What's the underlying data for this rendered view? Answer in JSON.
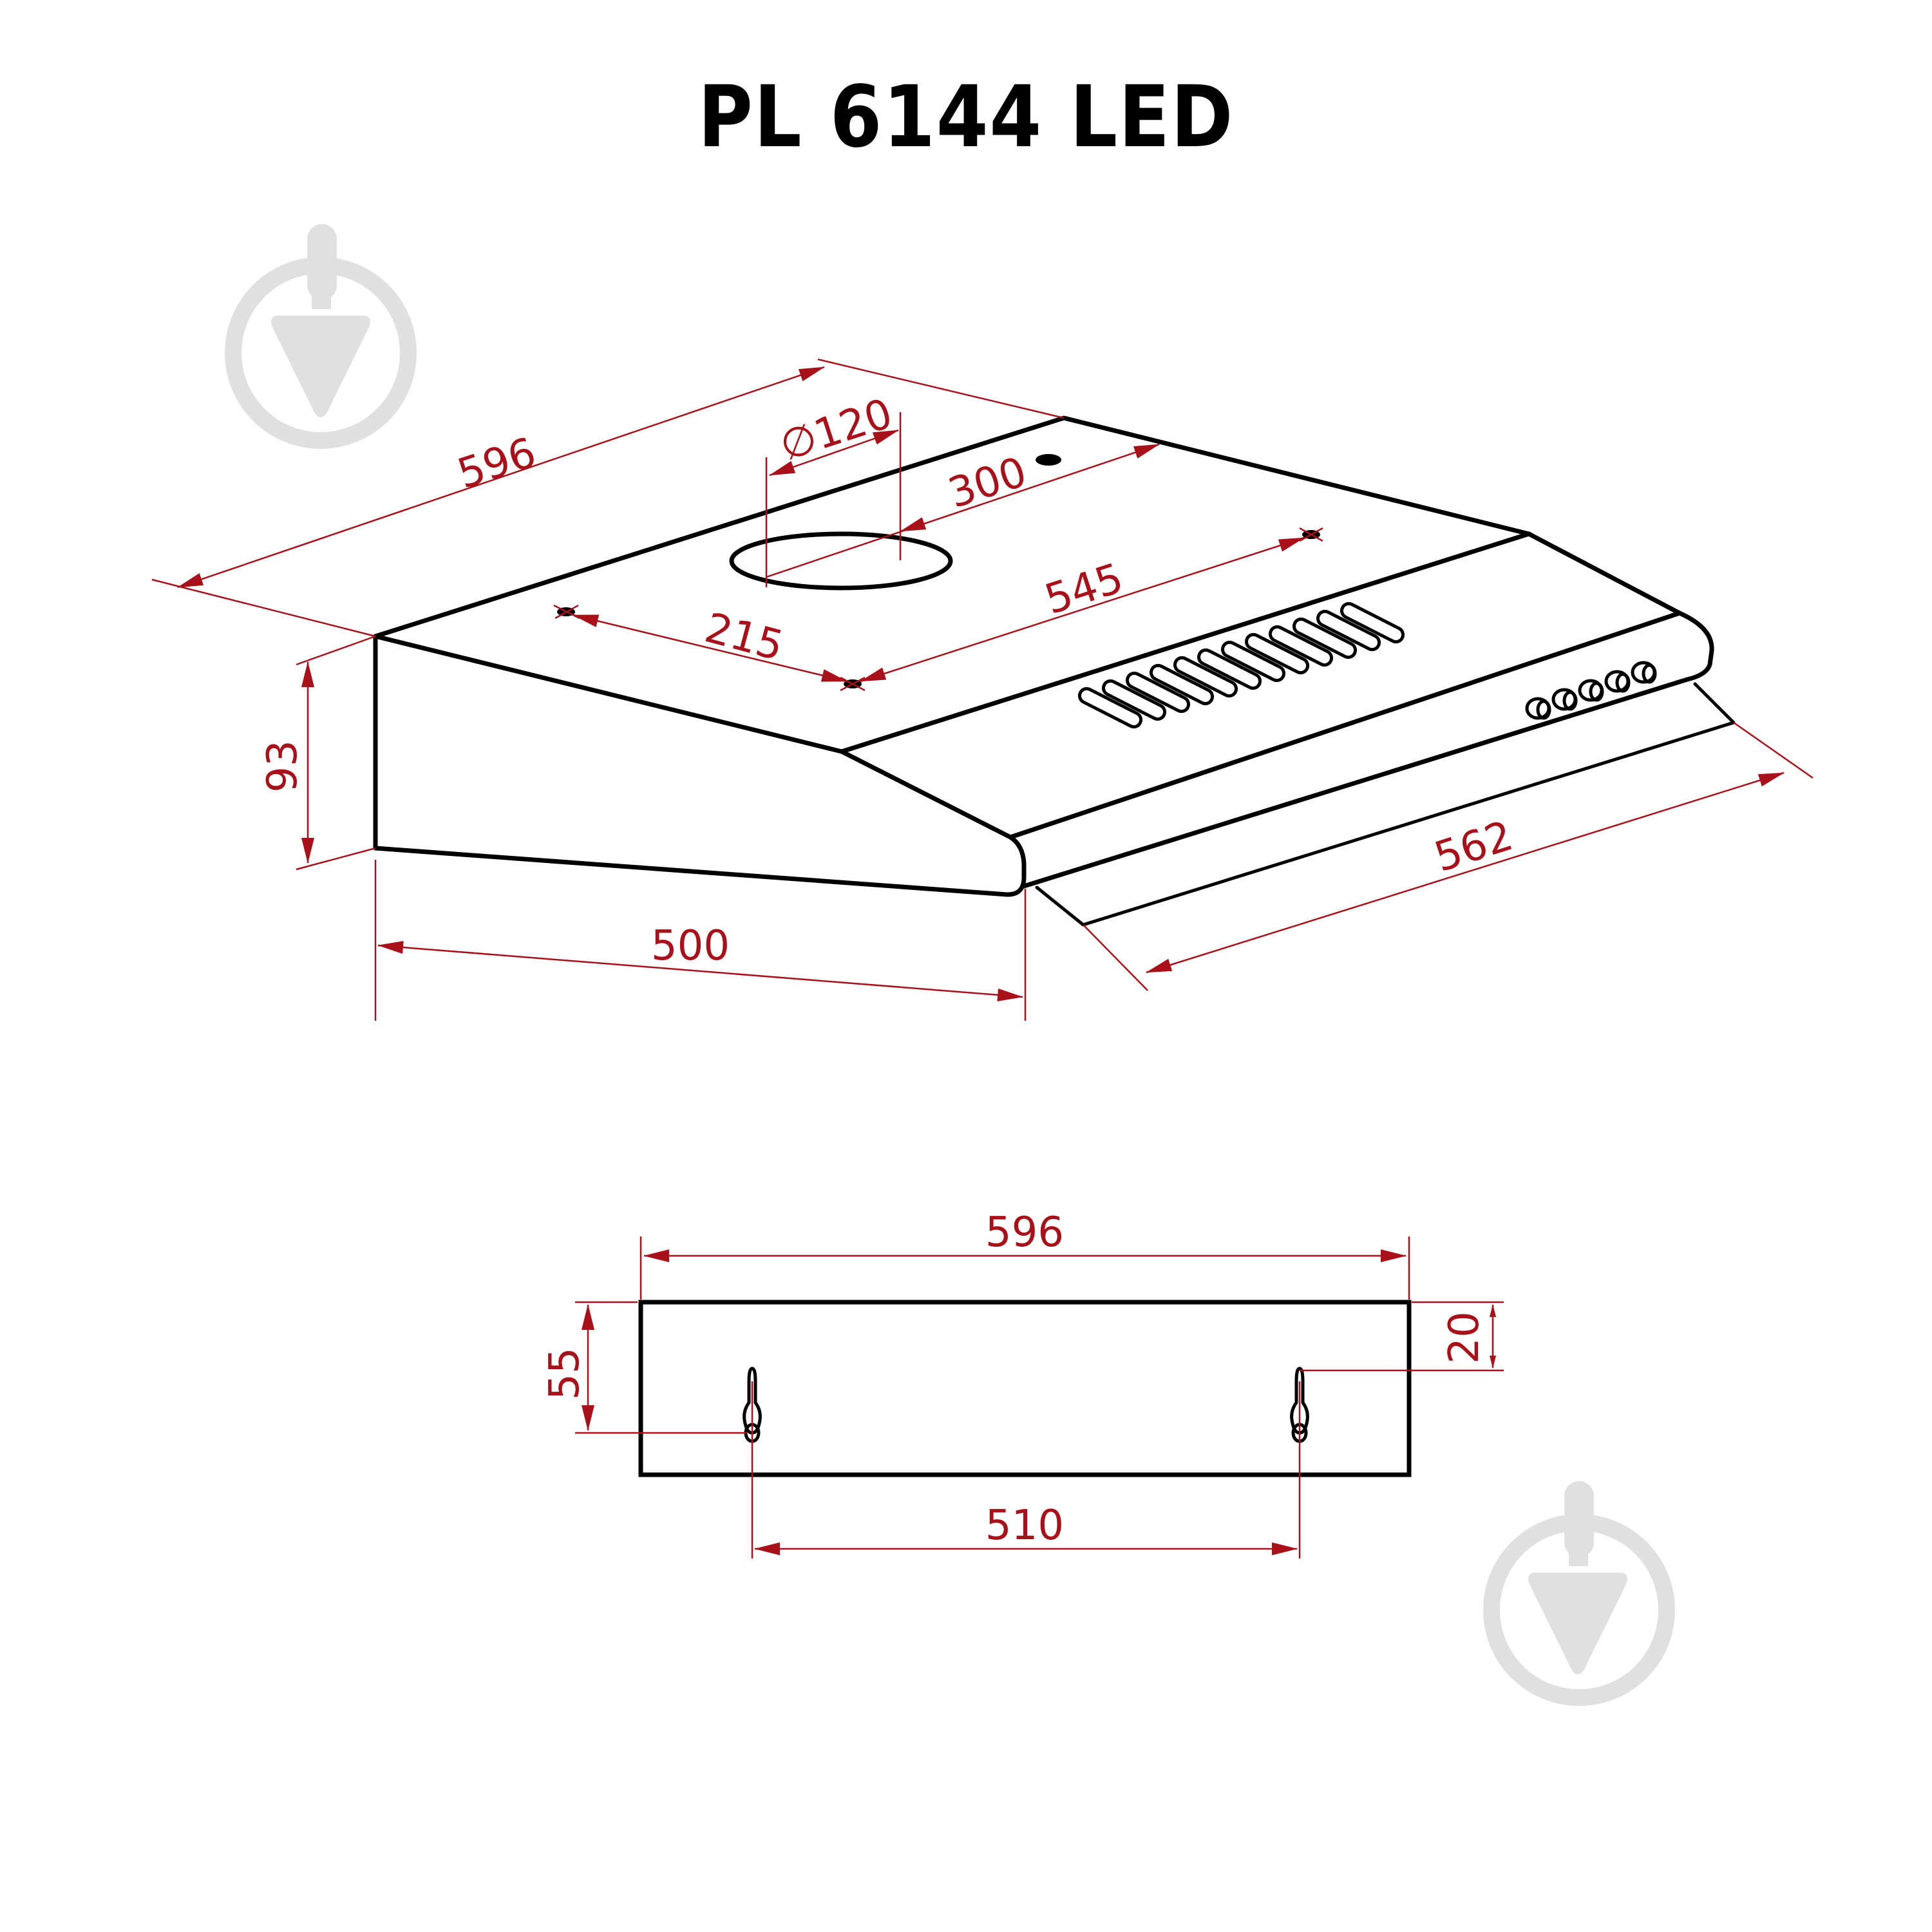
{
  "title": "PL 6144 LED",
  "colors": {
    "outline": "#000000",
    "dimension": "#A8101A",
    "watermark": "#E0E0E0",
    "background": "#FFFFFF"
  },
  "isometric_view": {
    "dimensions": {
      "width": "596",
      "duct_diameter": "∅120",
      "duct_offset": "300",
      "mount_hole_spacing": "545",
      "mount_hole_offset": "215",
      "height": "93",
      "depth": "500",
      "filter_length": "562"
    },
    "features": {
      "vent_slots": 12,
      "control_knobs": 5
    }
  },
  "rear_view": {
    "dimensions": {
      "width": "596",
      "hole_spacing": "510",
      "lower_hole_height": "55",
      "keyhole_offset": "20"
    },
    "features": {
      "keyholes": 2,
      "round_holes": 2
    }
  },
  "watermarks": [
    {
      "name": "trowel-logo",
      "position": "top-left"
    },
    {
      "name": "trowel-logo",
      "position": "bottom-right"
    }
  ]
}
